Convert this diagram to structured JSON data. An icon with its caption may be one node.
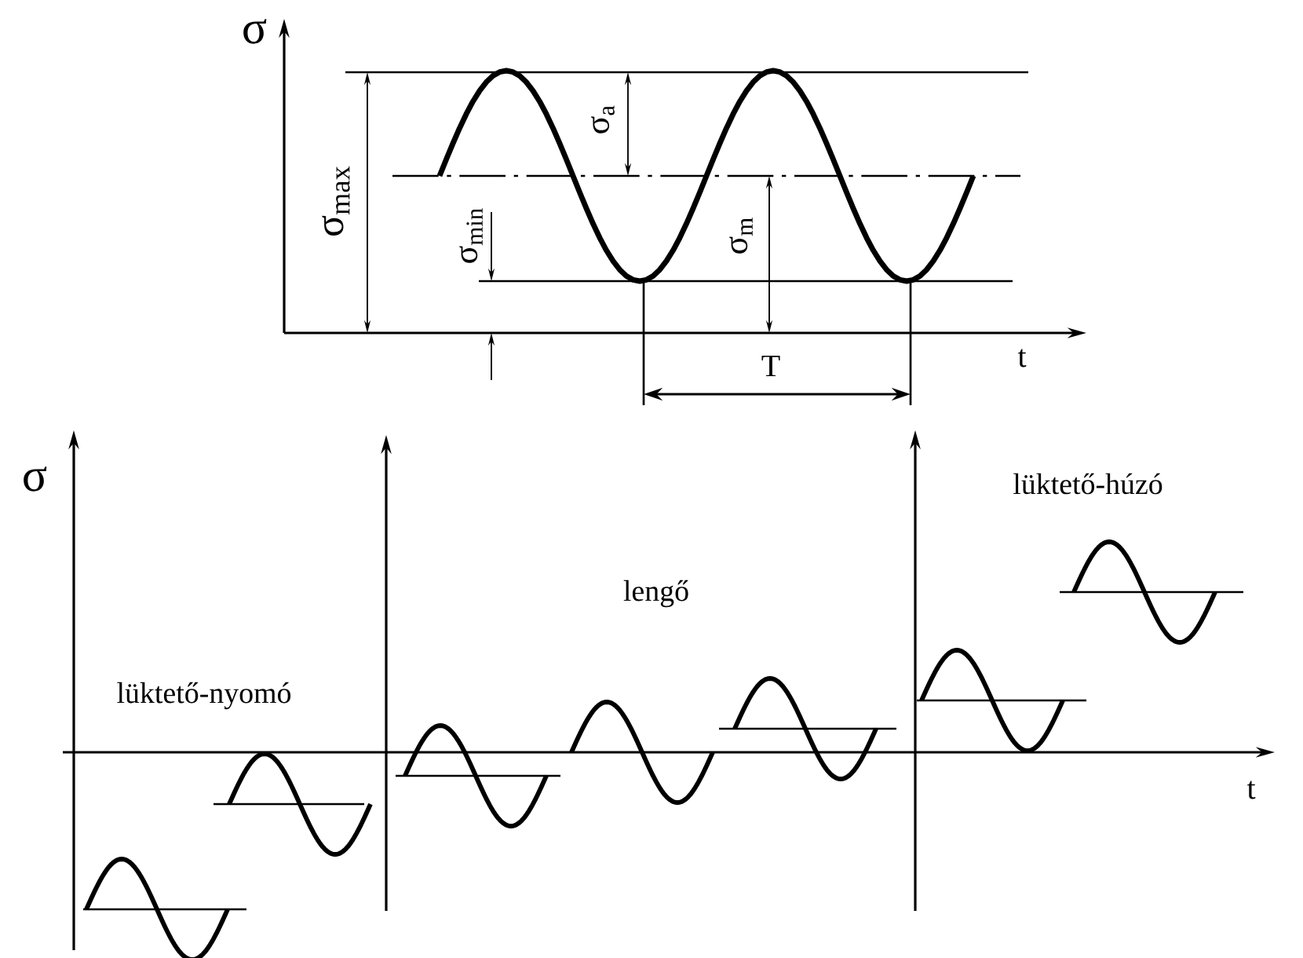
{
  "diagram": {
    "labels": [
      "σ",
      "σ$_{max}$",
      "σ$_{a}$",
      "σ$_{min}$",
      "σ$_{m}$",
      "t",
      "T",
      "σ",
      "lüktető-húzó",
      "lengő",
      "lüktető-nyomó",
      "t"
    ]
  }
}
